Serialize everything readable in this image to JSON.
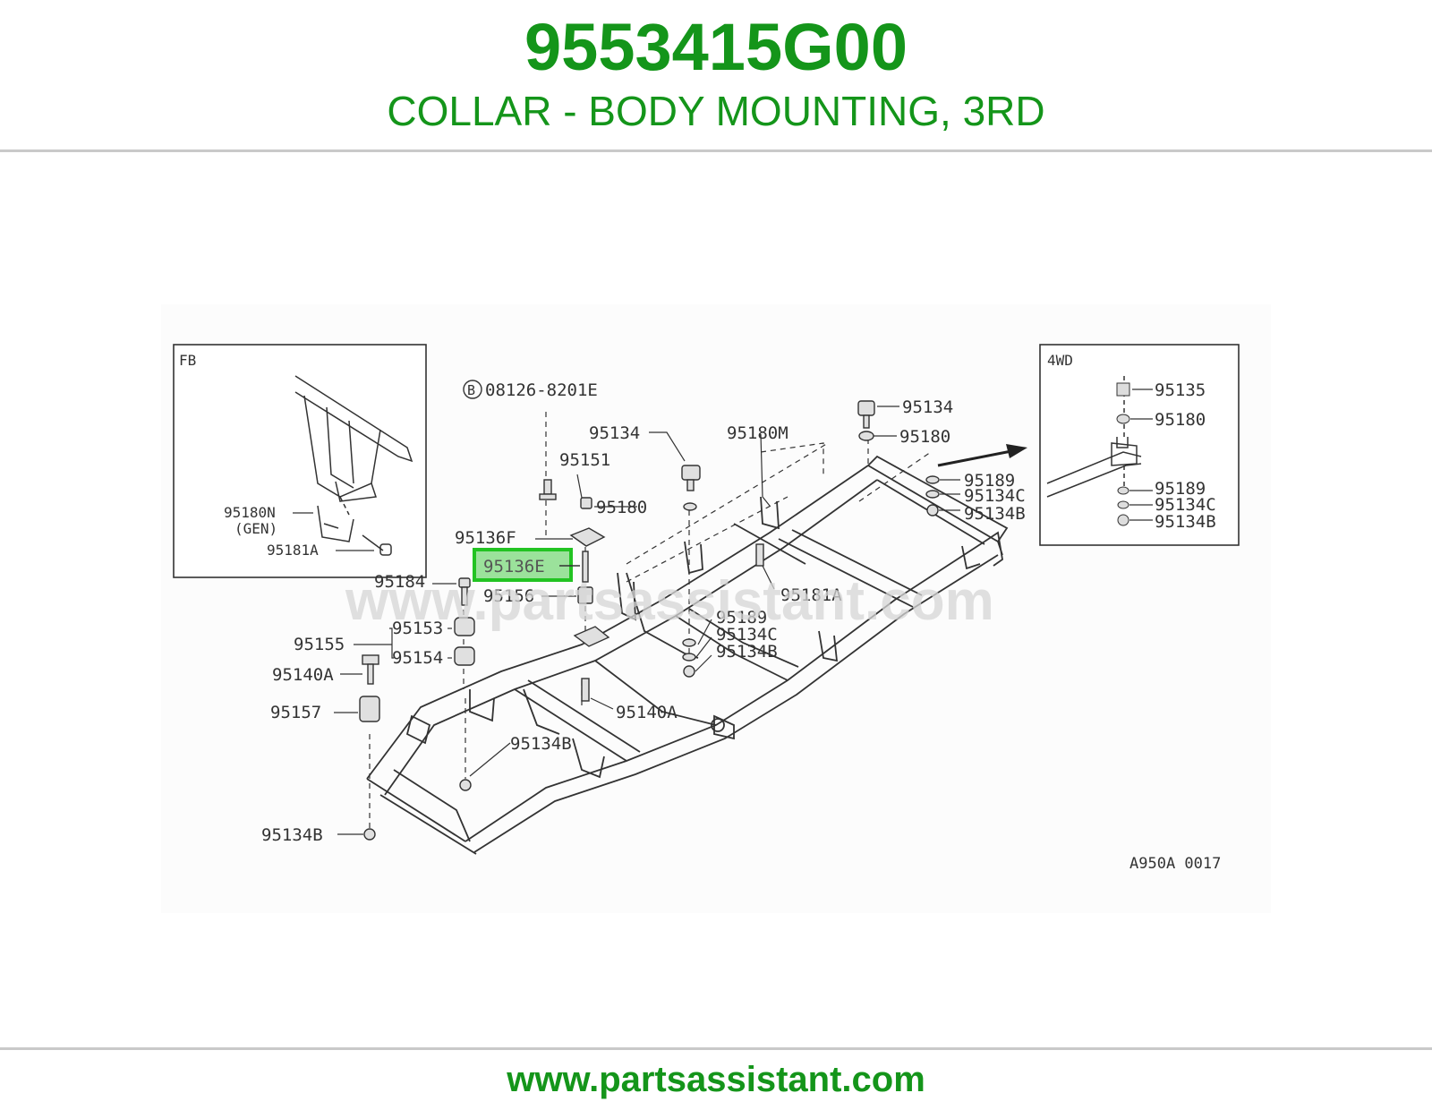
{
  "header": {
    "part_number": "9553415G00",
    "description": "COLLAR - BODY MOUNTING, 3RD"
  },
  "diagram": {
    "inset_fb": {
      "title": "FB",
      "labels": [
        "95180N",
        "(GEN)",
        "95181A"
      ]
    },
    "inset_4wd": {
      "title": "4WD",
      "labels": [
        "95135",
        "95180",
        "95189",
        "95134C",
        "95134B"
      ]
    },
    "main_labels": {
      "bolt_ref": "08126-8201E",
      "bolt_ref_prefix": "B",
      "p95134_top_right": "95134",
      "p95180_top_right": "95180",
      "p95180m": "95180M",
      "p95189_right": "95189",
      "p95134c_right": "95134C",
      "p95134b_right": "95134B",
      "p95134_mid": "95134",
      "p95151": "95151",
      "p95180_mid": "95180",
      "p95136f": "95136F",
      "p95136e": "95136E",
      "p95184": "95184",
      "p95156": "95156",
      "p95181a_mid": "95181A",
      "p95153": "95153",
      "p95155": "95155",
      "p95154": "95154",
      "p95189_mid": "95189",
      "p95134c_mid": "95134C",
      "p95134b_mid": "95134B",
      "p95140a_left": "95140A",
      "p95157": "95157",
      "p95140a_mid": "95140A",
      "p95134b_lower": "95134B",
      "p95134b_bottom": "95134B"
    },
    "highlighted_part": "95136E",
    "figure_code": "A950A 0017",
    "watermark": "www.partsassistant.com"
  },
  "footer": {
    "url": "www.partsassistant.com"
  },
  "colors": {
    "brand_green": "#14951a",
    "highlight_fill": "#9be29b",
    "highlight_border": "#22c322",
    "line": "#333333"
  }
}
